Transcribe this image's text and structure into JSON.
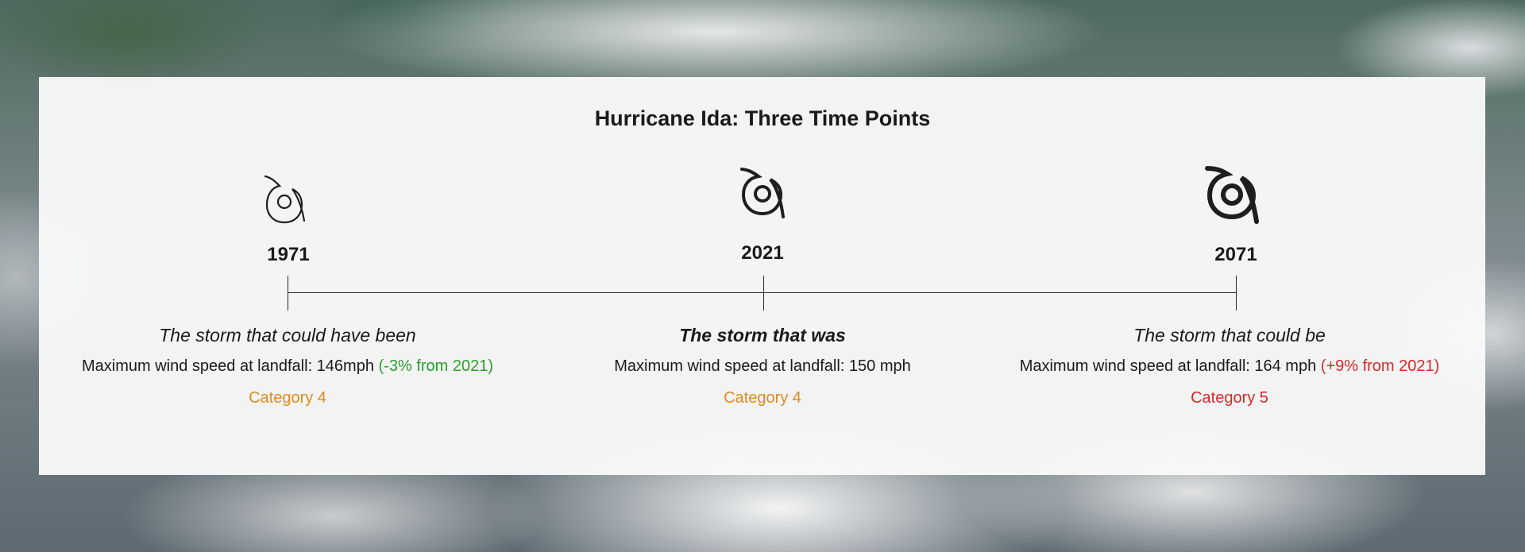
{
  "title": "Hurricane Ida: Three Time Points",
  "colors": {
    "decrease": "#2aa02a",
    "increase": "#d42a2a",
    "category4": "#e08a1e",
    "category5": "#d42a2a",
    "line": "#2a2a2a"
  },
  "points": [
    {
      "year": "1971",
      "icon": "hurricane-icon",
      "tagline": "The storm that could have been",
      "wind_prefix": "Maximum wind speed at landfall: 146mph",
      "wind_change": "(-3% from 2021)",
      "category": "Category 4"
    },
    {
      "year": "2021",
      "icon": "hurricane-icon",
      "tagline": "The storm that was",
      "wind_prefix": "Maximum wind speed at landfall: 150 mph",
      "wind_change": "",
      "category": "Category 4"
    },
    {
      "year": "2071",
      "icon": "hurricane-icon",
      "tagline": "The storm that could be",
      "wind_prefix": "Maximum wind speed at landfall: 164 mph",
      "wind_change": "(+9% from 2021)",
      "category": "Category 5"
    }
  ]
}
